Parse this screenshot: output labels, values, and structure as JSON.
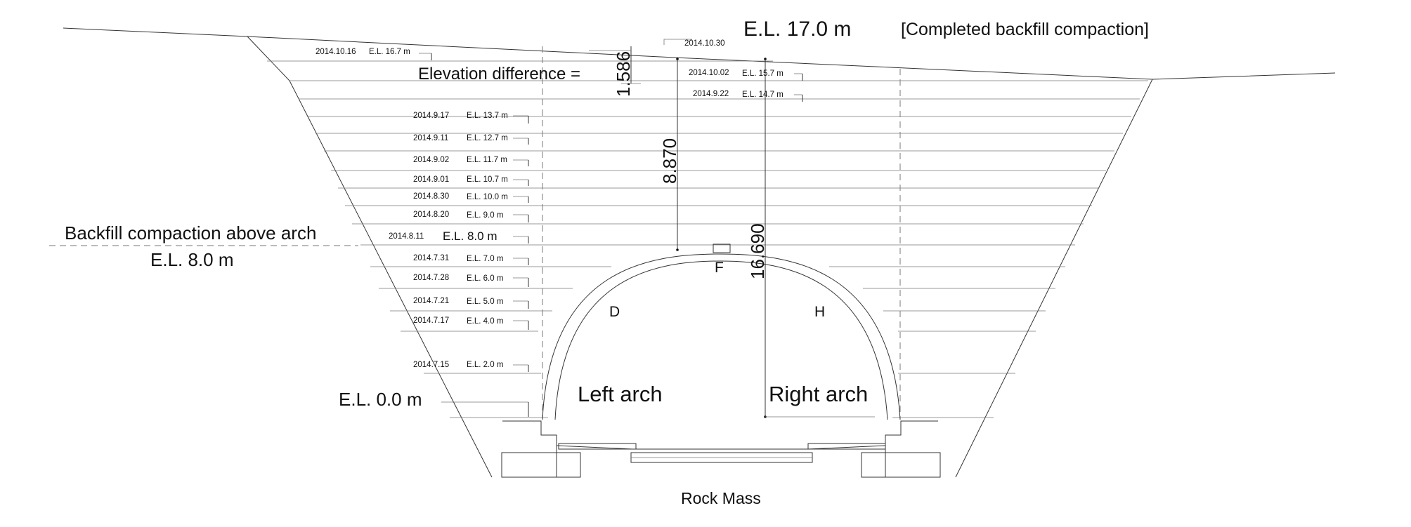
{
  "title": {
    "elevation": "E.L. 17.0 m",
    "note": "[Completed backfill compaction]"
  },
  "top_date": "2014.10.30",
  "elevation_difference": {
    "label": "Elevation difference =",
    "value": "1.586"
  },
  "dimensions": {
    "crown_to_surface": "8.870",
    "base_to_surface": "16.690"
  },
  "backfill_above_arch": {
    "label": "Backfill compaction above arch",
    "elevation": "E.L. 8.0 m"
  },
  "base_elevation": "E.L. 0.0 m",
  "points": {
    "F": "F",
    "D": "D",
    "H": "H"
  },
  "arch_labels": {
    "left": "Left arch",
    "right": "Right arch"
  },
  "ground_label": "Rock Mass",
  "lifts_left": [
    {
      "date": "2014.10.16",
      "el": "E.L. 16.7 m"
    },
    {
      "date": "2014.9.17",
      "el": "E.L. 13.7 m"
    },
    {
      "date": "2014.9.11",
      "el": "E.L. 12.7 m"
    },
    {
      "date": "2014.9.02",
      "el": "E.L. 11.7 m"
    },
    {
      "date": "2014.9.01",
      "el": "E.L. 10.7 m"
    },
    {
      "date": "2014.8.30",
      "el": "E.L. 10.0 m"
    },
    {
      "date": "2014.8.20",
      "el": "E.L. 9.0 m"
    },
    {
      "date": "2014.8.11",
      "el": "E.L. 8.0 m"
    },
    {
      "date": "2014.7.31",
      "el": "E.L. 7.0 m"
    },
    {
      "date": "2014.7.28",
      "el": "E.L. 6.0 m"
    },
    {
      "date": "2014.7.21",
      "el": "E.L. 5.0 m"
    },
    {
      "date": "2014.7.17",
      "el": "E.L. 4.0 m"
    },
    {
      "date": "2014.7.15",
      "el": "E.L. 2.0 m"
    }
  ],
  "lifts_right": [
    {
      "date": "2014.10.02",
      "el": "E.L. 15.7 m"
    },
    {
      "date": "2014.9.22",
      "el": "E.L. 14.7 m"
    }
  ]
}
